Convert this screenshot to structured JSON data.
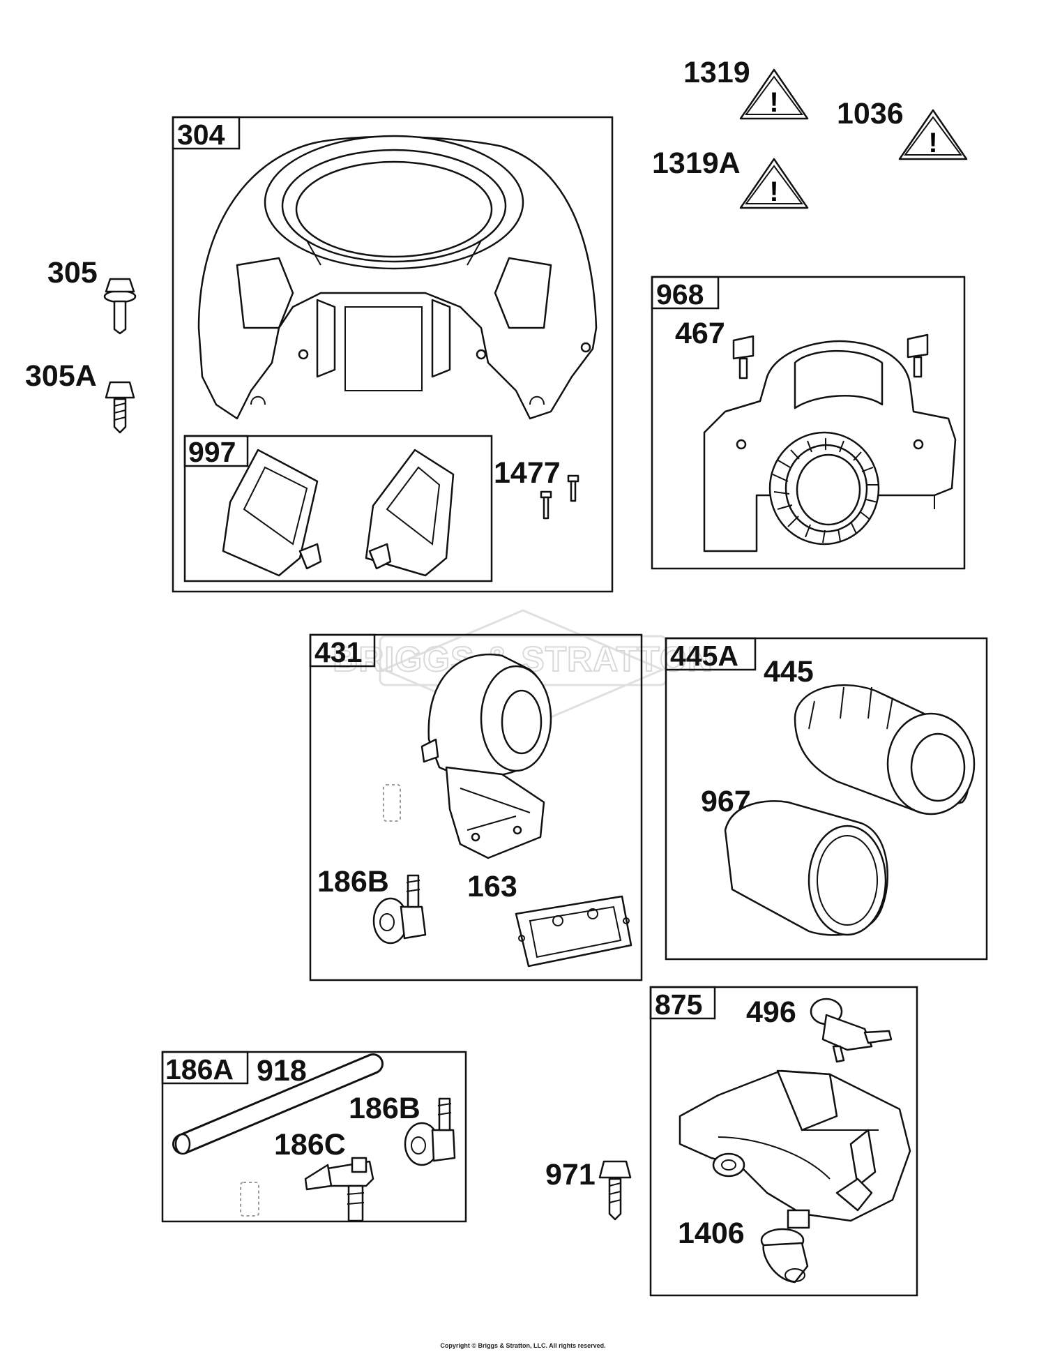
{
  "watermark": "BRIGGS & STRATTON",
  "copyright": "Copyright © Briggs & Stratton, LLC. All rights reserved.",
  "boxes": {
    "b304": "304",
    "b997": "997",
    "b968": "968",
    "b431": "431",
    "b445A": "445A",
    "b186A": "186A",
    "b875": "875"
  },
  "labels": {
    "p1319": "1319",
    "p1036": "1036",
    "p1319A": "1319A",
    "p305": "305",
    "p305A": "305A",
    "p1477": "1477",
    "p467": "467",
    "p445": "445",
    "p967": "967",
    "p186B_a": "186B",
    "p163": "163",
    "p918": "918",
    "p186B_b": "186B",
    "p186C": "186C",
    "p971": "971",
    "p496": "496",
    "p1406": "1406"
  }
}
